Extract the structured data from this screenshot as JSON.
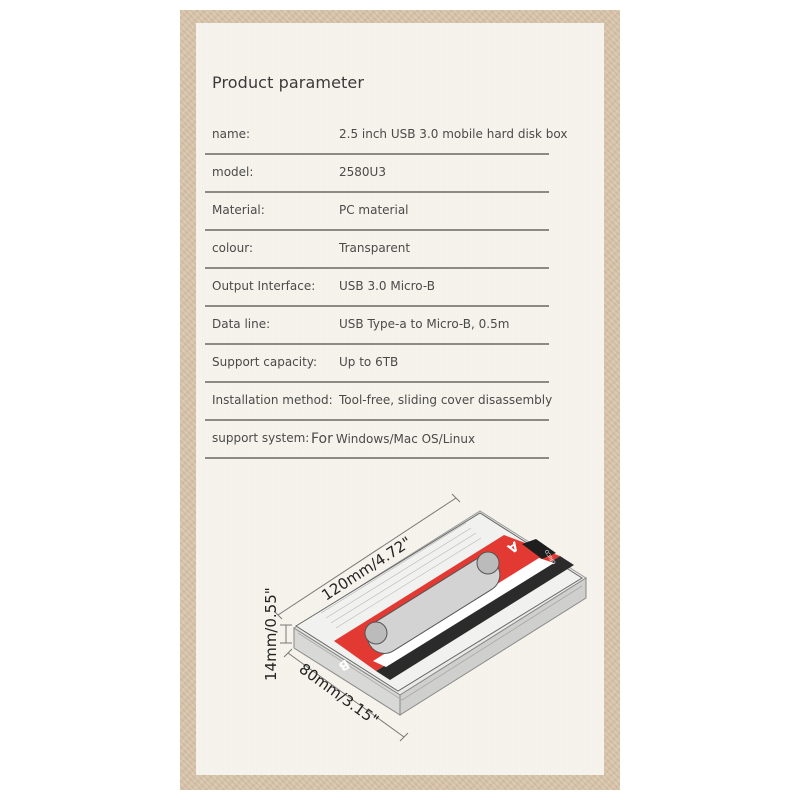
{
  "title": "Product parameter",
  "parameters": [
    {
      "label": "name:",
      "value": "2.5 inch USB 3.0 mobile hard disk box"
    },
    {
      "label": "model:",
      "value": "2580U3"
    },
    {
      "label": "Material:",
      "value": "PC material"
    },
    {
      "label": "colour:",
      "value": "Transparent"
    },
    {
      "label": "Output Interface:",
      "value": "USB 3.0 Micro-B"
    },
    {
      "label": "Data line:",
      "value": "USB Type-a to Micro-B, 0.5m"
    },
    {
      "label": "Support capacity:",
      "value": "Up to 6TB"
    },
    {
      "label": "Installation method:",
      "value": "Tool-free, sliding cover disassembly"
    },
    {
      "label": "support system:",
      "prefix": "For",
      "value": "Windows/Mac OS/Linux"
    }
  ],
  "illustration": {
    "dimensions": {
      "length": "120mm/4.72\"",
      "height": "14mm/0.55\"",
      "width": "80mm/3.15\""
    },
    "label_side_a": "A",
    "label_side_b": "B",
    "brand_text": "ORICO",
    "label_color": "#e23a33"
  },
  "colors": {
    "frame": "#d8c3a8",
    "paper": "#f6f3ec",
    "divider": "#8e8a82",
    "text": "#4a4a4a"
  }
}
